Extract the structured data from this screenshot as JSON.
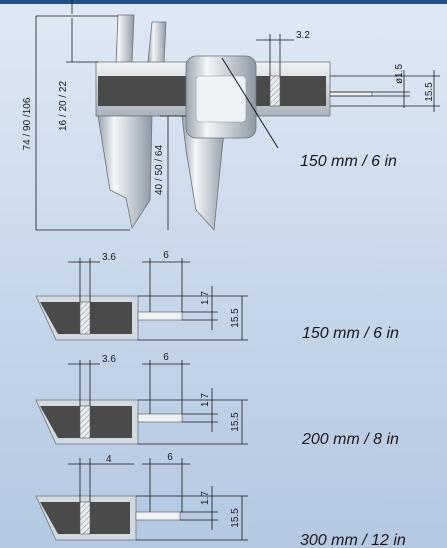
{
  "colors": {
    "background_top": "#dfe9f4",
    "background_bottom": "#b4c8e2",
    "top_bar": "#1f4f8f",
    "jaw_dark": "#4a4a4a",
    "metal": "#d8dde3"
  },
  "top_diagram": {
    "dim_total_height": "74 / 90 /106",
    "dim_upper_jaw": "16 / 20 / 22",
    "dim_lower_jaw": "40 / 50 / 64",
    "dim_blade": "3.2",
    "dim_rod": "ø1.5",
    "dim_beam": "15.5",
    "size_label": "150 mm / 6 in"
  },
  "sections": [
    {
      "dim_a": "3.6",
      "dim_b": "6",
      "dim_c": "1.7",
      "dim_h": "15.5",
      "size_label": "150 mm / 6 in"
    },
    {
      "dim_a": "3.6",
      "dim_b": "6",
      "dim_c": "1.7",
      "dim_h": "15.5",
      "size_label": "200 mm / 8 in"
    },
    {
      "dim_a": "4",
      "dim_b": "6",
      "dim_c": "1.7",
      "dim_h": "15.5",
      "size_label": "300 mm / 12 in"
    }
  ]
}
